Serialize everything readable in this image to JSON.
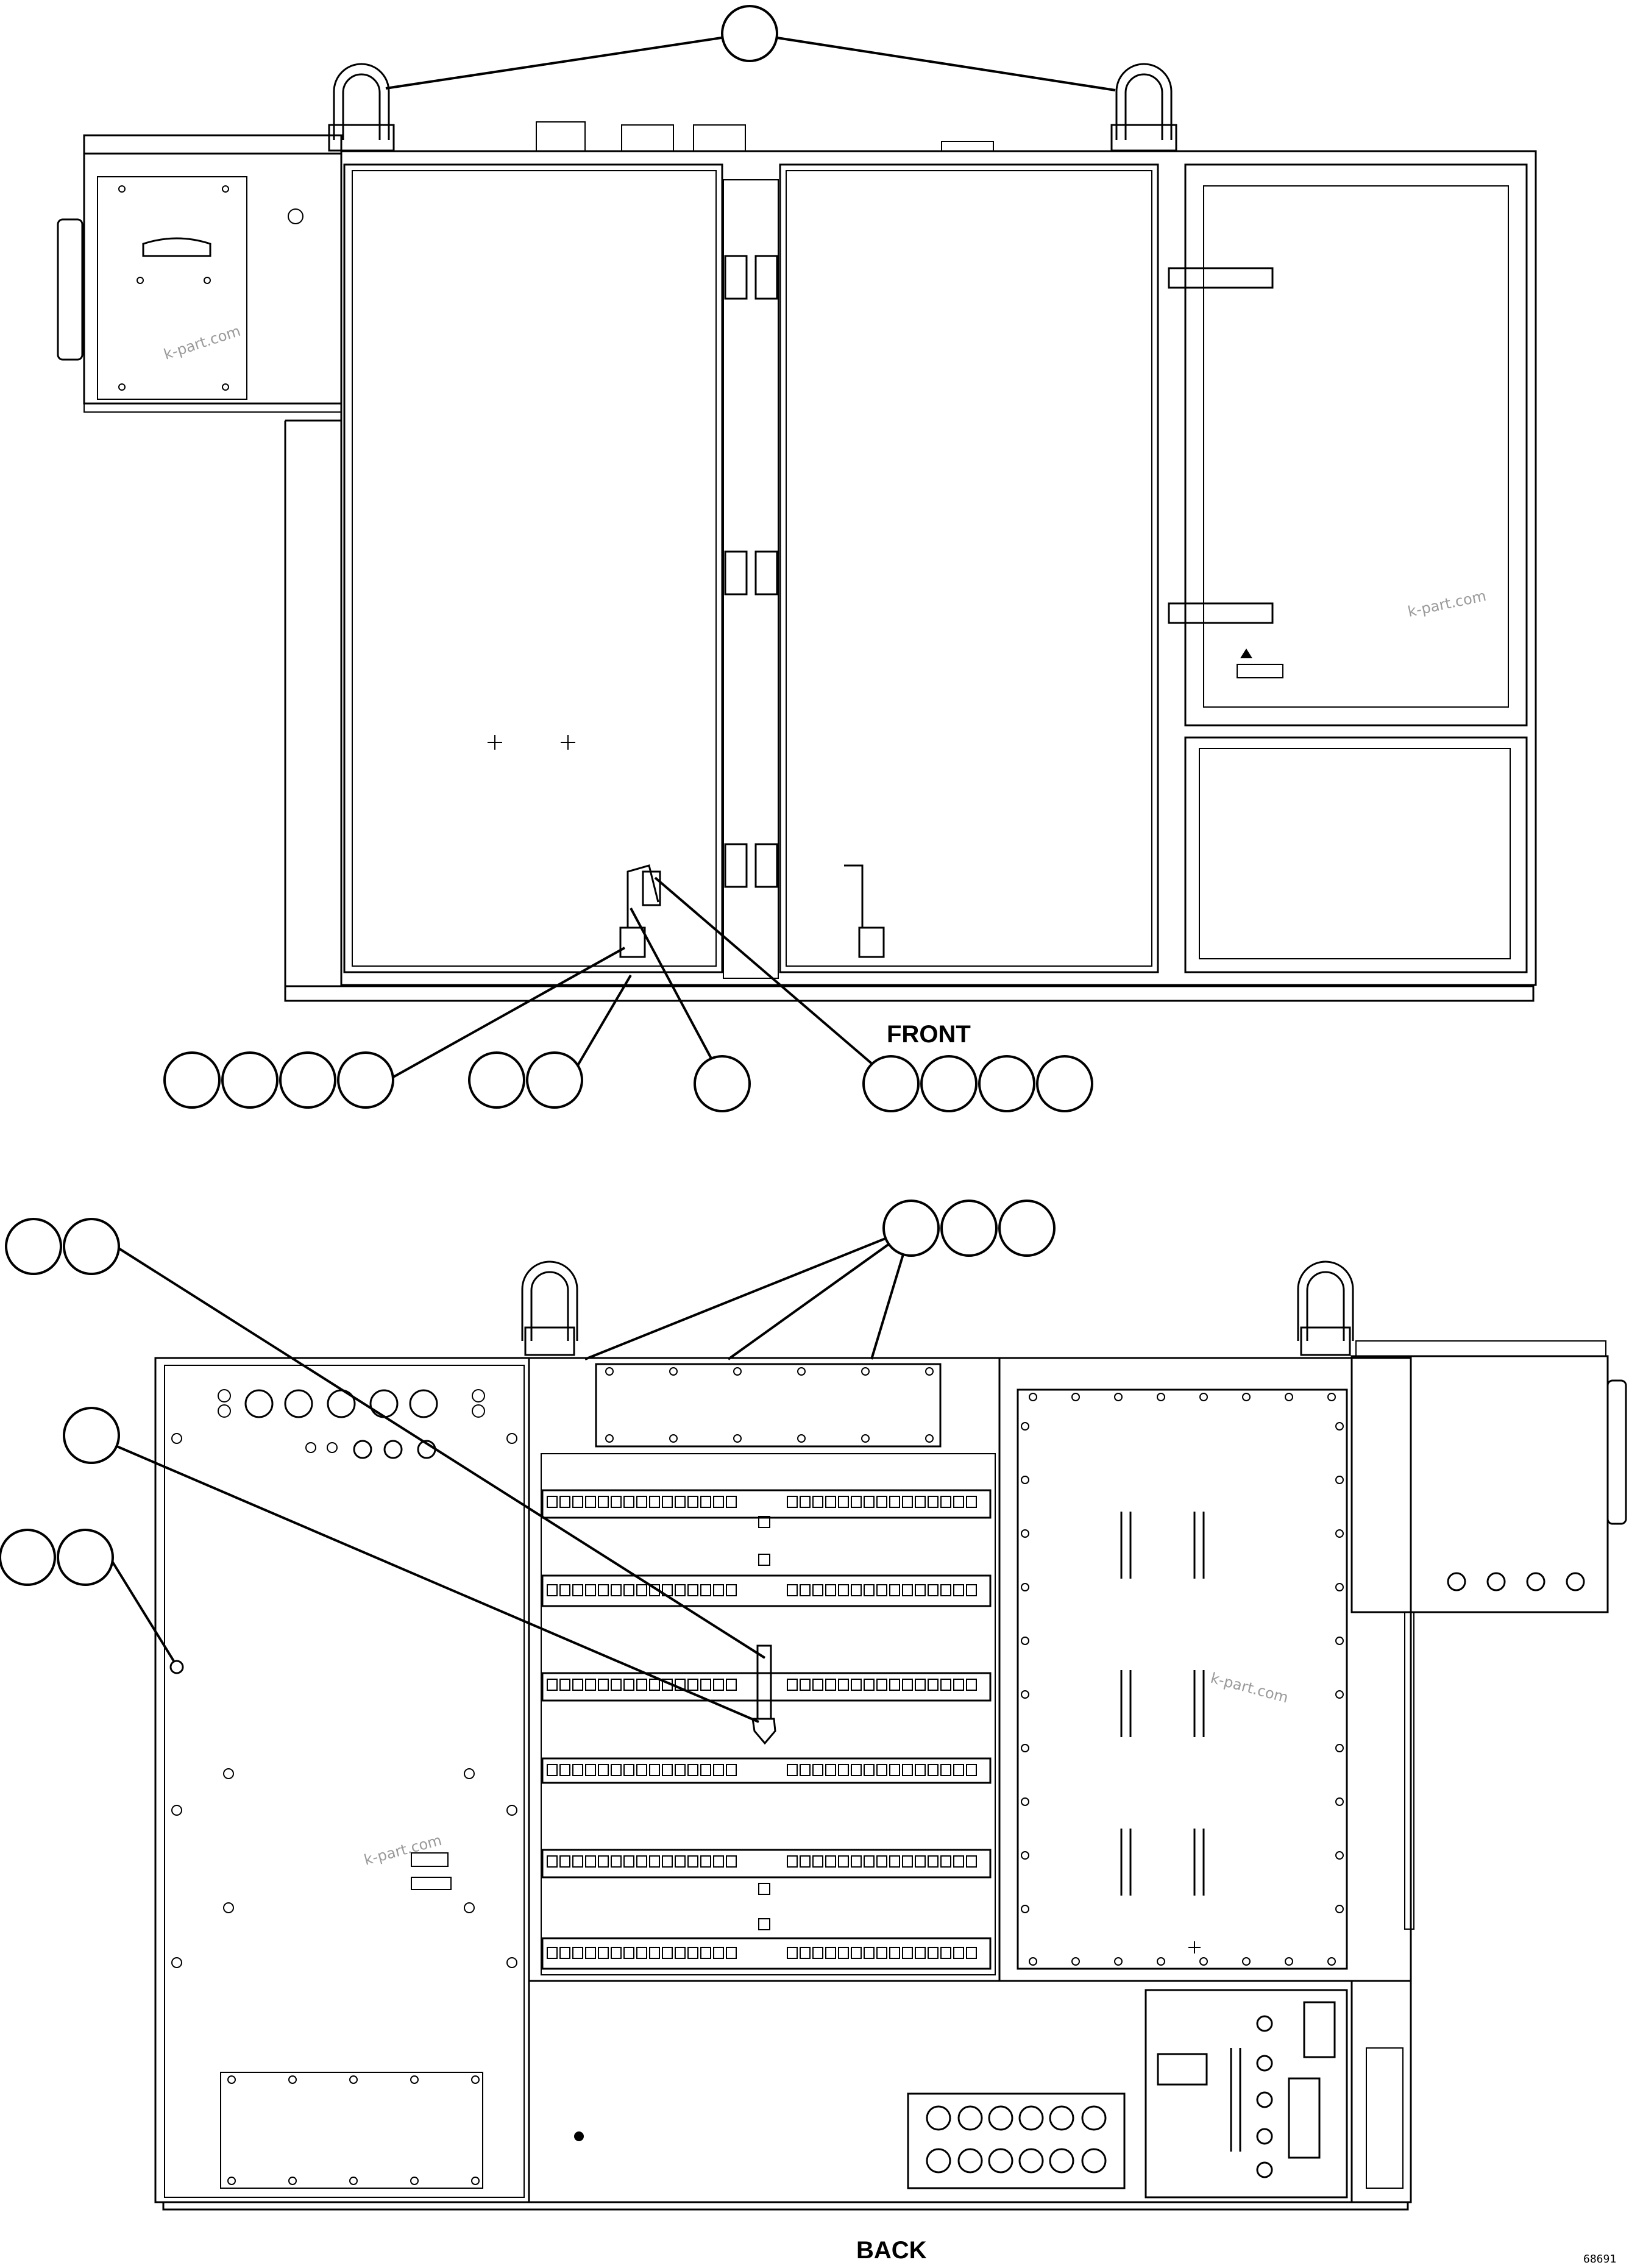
{
  "views": {
    "front": {
      "label": "FRONT"
    },
    "back": {
      "label": "BACK"
    }
  },
  "watermark": "k-part.com",
  "drawing_code": "68691",
  "callout_count": 20,
  "callouts_note": "Callout bubbles are blank in the source drawing (no numbers printed)."
}
